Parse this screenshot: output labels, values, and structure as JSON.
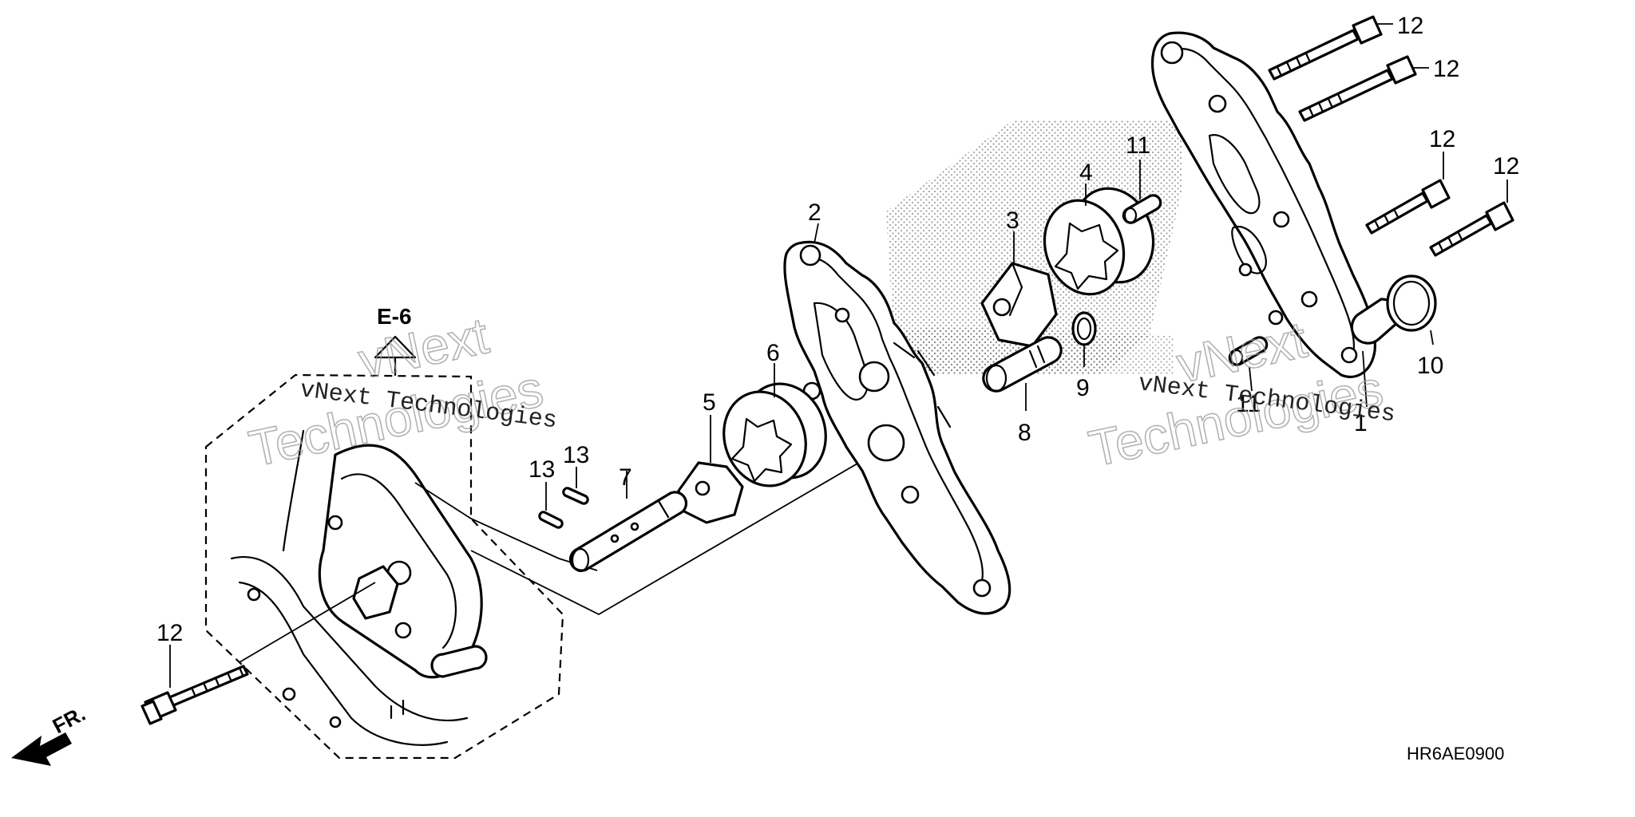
{
  "callouts": {
    "c1": "1",
    "c2": "2",
    "c3": "3",
    "c4": "4",
    "c5": "5",
    "c6": "6",
    "c7": "7",
    "c8": "8",
    "c9": "9",
    "c10": "10",
    "c11a": "11",
    "c11b": "11",
    "c12a": "12",
    "c12b": "12",
    "c12c": "12",
    "c12d": "12",
    "c12e": "12",
    "c13a": "13",
    "c13b": "13"
  },
  "reference": {
    "section": "E-6",
    "front": "FR.",
    "code": "HR6AE0900"
  },
  "watermark": {
    "small": "vNext Technologies",
    "big_top": "vNext",
    "big_bottom": "Technologies"
  }
}
